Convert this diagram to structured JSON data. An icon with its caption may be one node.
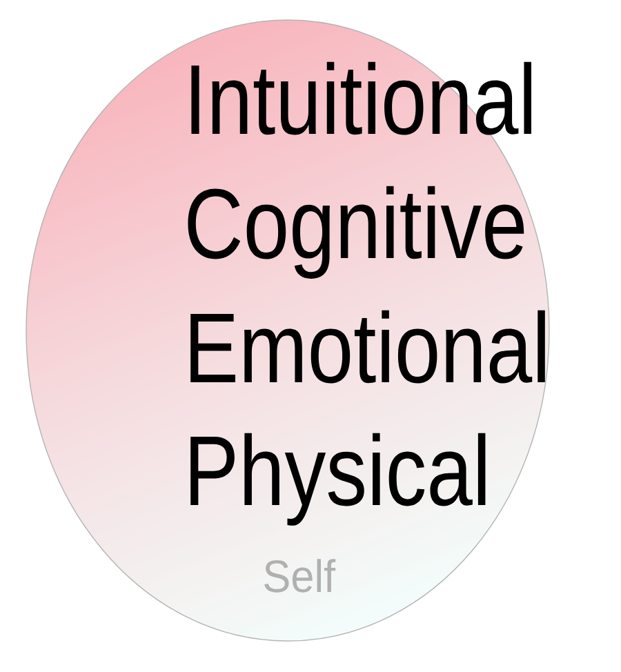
{
  "diagram": {
    "nodes": [
      {
        "text": [
          "Intuitional",
          "Cognitive",
          "Emotional",
          "Physical",
          "Self"
        ]
      }
    ]
  }
}
